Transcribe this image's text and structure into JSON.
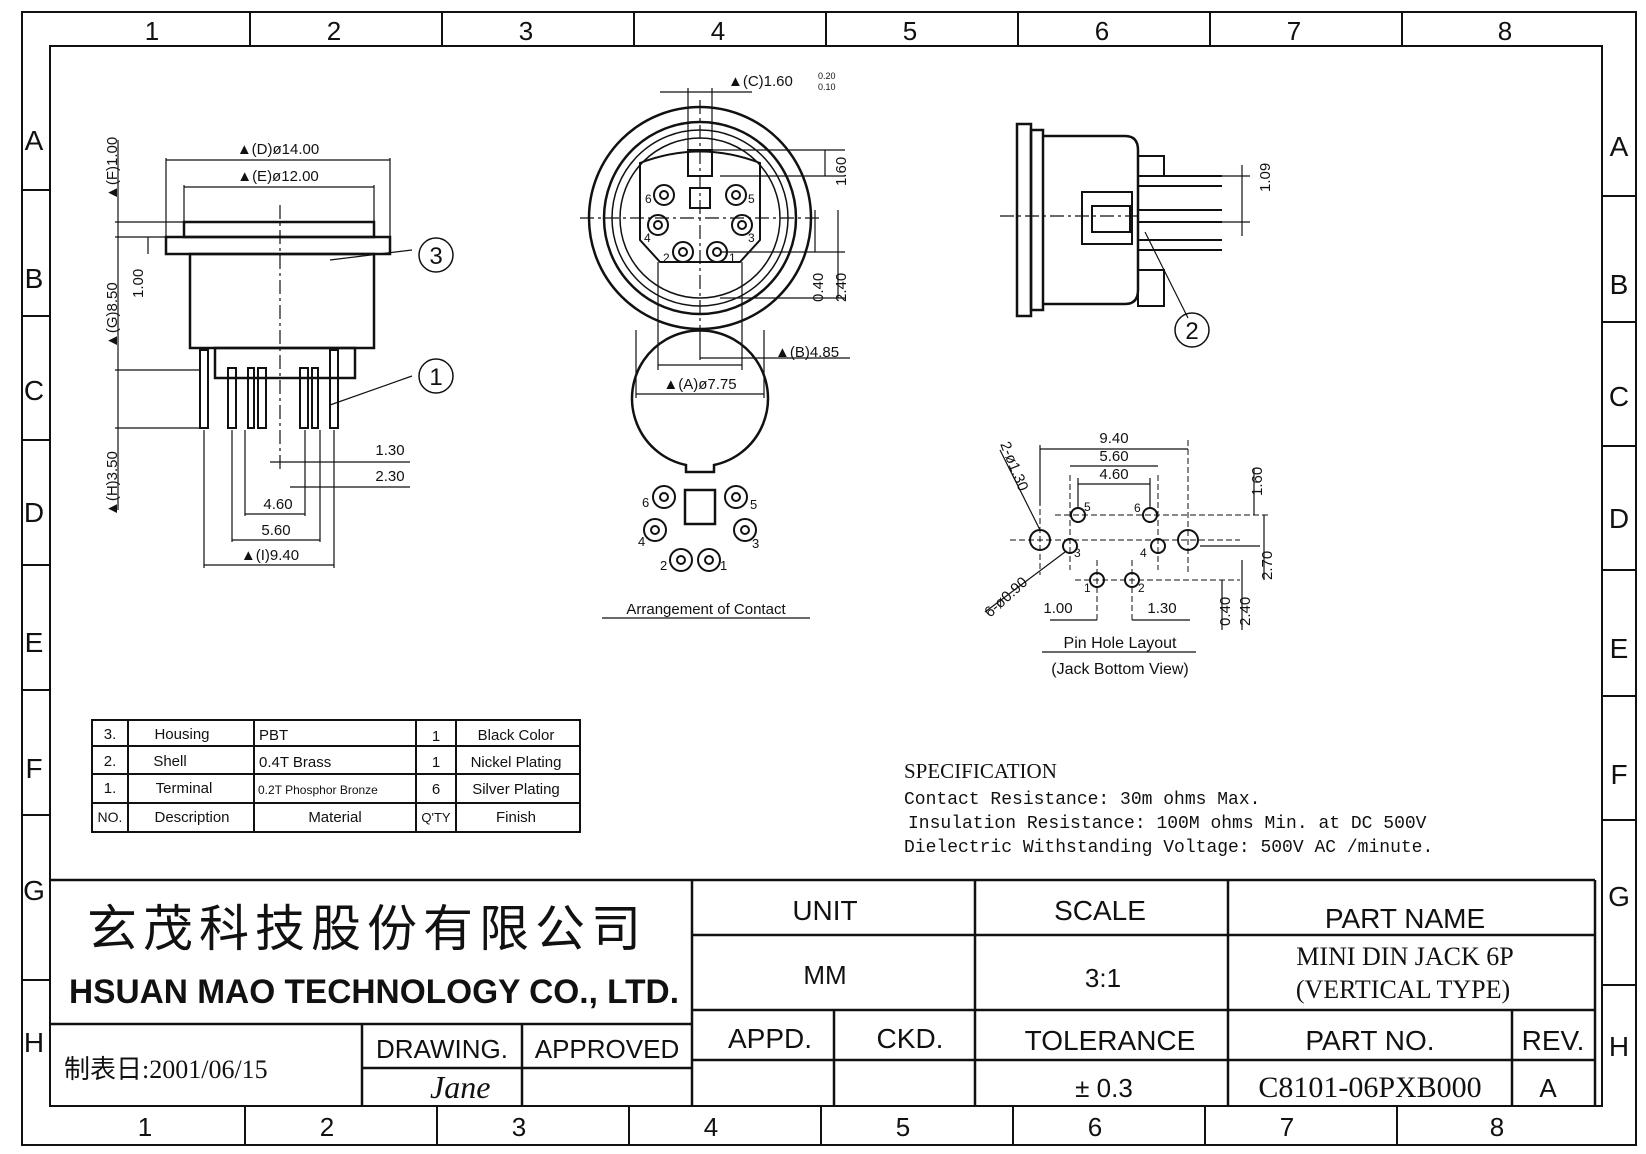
{
  "grid": {
    "top_cols": [
      "1",
      "2",
      "3",
      "4",
      "5",
      "6",
      "7",
      "8"
    ],
    "bottom_cols": [
      "1",
      "2",
      "3",
      "4",
      "5",
      "6",
      "7",
      "8"
    ],
    "rows": [
      "A",
      "B",
      "C",
      "D",
      "E",
      "F",
      "G",
      "H"
    ]
  },
  "side_view": {
    "dim_d": "▲(D)ø14.00",
    "dim_e": "▲(E)ø12.00",
    "dim_f": "▲(F)1.00",
    "dim_g": "▲(G)8.50",
    "dim_100": "1.00",
    "dim_h": "▲(H)3.50",
    "dim_130": "1.30",
    "dim_230": "2.30",
    "dim_460": "4.60",
    "dim_560": "5.60",
    "dim_i": "▲(I)9.40",
    "callout_3": "3",
    "callout_1": "1"
  },
  "front_view": {
    "dim_c": "▲(C)1.60",
    "tol_upper": "0.20",
    "tol_lower": "0.10",
    "dim_160": "1.60",
    "dim_040": "0.40",
    "dim_240": "2.40",
    "dim_b": "▲(B)4.85",
    "dim_a": "▲(A)ø7.75",
    "pins": [
      "1",
      "2",
      "3",
      "4",
      "5",
      "6"
    ]
  },
  "right_view": {
    "dim_109": "1.09",
    "callout_2": "2"
  },
  "contact": {
    "caption": "Arrangement of Contact",
    "pins": [
      "1",
      "2",
      "3",
      "4",
      "5",
      "6"
    ]
  },
  "pin_hole": {
    "dim_940": "9.40",
    "dim_560": "5.60",
    "dim_460": "4.60",
    "dim_2holes": "2-ø1.30",
    "dim_6holes": "6-ø0.90",
    "dim_160": "1.60",
    "dim_270": "2.70",
    "dim_100": "1.00",
    "dim_130": "1.30",
    "dim_040": "0.40",
    "dim_240": "2.40",
    "caption": "Pin Hole Layout",
    "subcaption": "(Jack Bottom View)",
    "pins": [
      "1",
      "2",
      "3",
      "4",
      "5",
      "6"
    ]
  },
  "bom": {
    "rows": [
      {
        "no": "3.",
        "desc": "Housing",
        "material": "PBT",
        "qty": "1",
        "finish": "Black Color"
      },
      {
        "no": "2.",
        "desc": "Shell",
        "material": "0.4T Brass",
        "qty": "1",
        "finish": "Nickel Plating"
      },
      {
        "no": "1.",
        "desc": "Terminal",
        "material": "0.2T Phosphor Bronze",
        "qty": "6",
        "finish": "Silver Plating"
      }
    ],
    "header": {
      "no": "NO.",
      "desc": "Description",
      "material": "Material",
      "qty": "Q'TY",
      "finish": "Finish"
    }
  },
  "spec": {
    "title": "SPECIFICATION",
    "lines": [
      "Contact Resistance: 30m ohms Max.",
      "Insulation Resistance: 100M ohms Min. at DC 500V",
      "Dielectric Withstanding Voltage: 500V AC /minute."
    ]
  },
  "title_block": {
    "company_cn": "玄茂科技股份有限公司",
    "company_en": "HSUAN MAO TECHNOLOGY CO., LTD.",
    "date": "制表日:2001/06/15",
    "drawing_label": "DRAWING.",
    "approved_label": "APPROVED",
    "drawer": "Jane",
    "unit_label": "UNIT",
    "unit_value": "MM",
    "scale_label": "SCALE",
    "scale_value": "3:1",
    "part_name_label": "PART NAME",
    "part_name_1": "MINI DIN JACK 6P",
    "part_name_2": "(VERTICAL TYPE)",
    "appd_label": "APPD.",
    "ckd_label": "CKD.",
    "tolerance_label": "TOLERANCE",
    "tolerance_value": "± 0.3",
    "part_no_label": "PART NO.",
    "part_no_value": "C8101-06PXB000",
    "rev_label": "REV.",
    "rev_value": "A"
  }
}
